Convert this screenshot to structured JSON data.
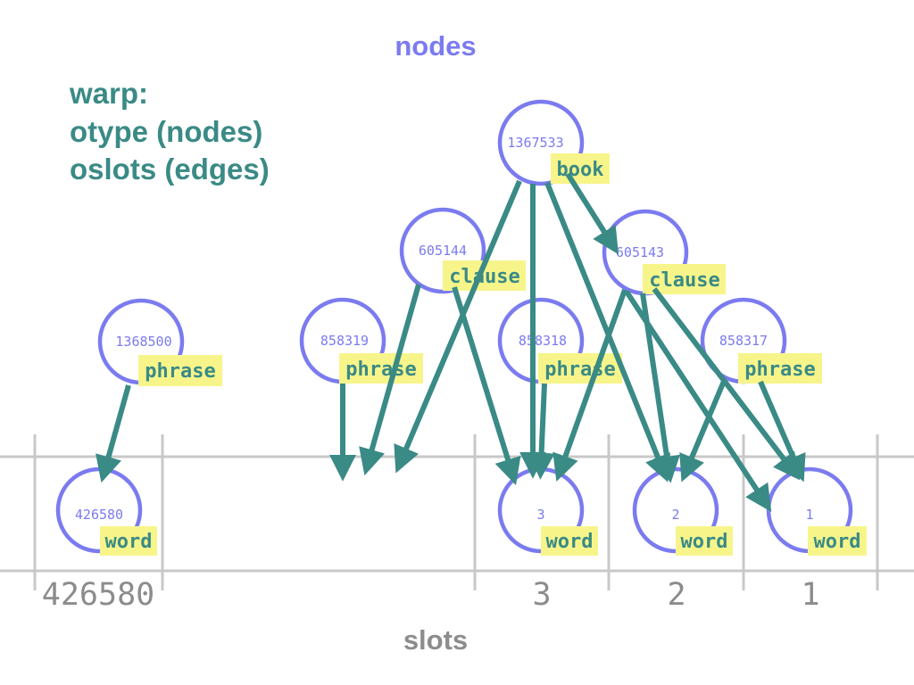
{
  "title_top": "nodes",
  "title_bottom": "slots",
  "warp_lines": [
    "warp:",
    "otype (nodes)",
    "oslots (edges)"
  ],
  "colors": {
    "node": "#7b7bf0",
    "edge": "#3a8a86",
    "type_label_bg": "#f7f58a",
    "slot_grid": "#c8c8c8",
    "slot_text": "#8c8c8c"
  },
  "nodes": [
    {
      "id": "1367533",
      "type": "book"
    },
    {
      "id": "605144",
      "type": "clause"
    },
    {
      "id": "605143",
      "type": "clause"
    },
    {
      "id": "1368500",
      "type": "phrase"
    },
    {
      "id": "858319",
      "type": "phrase"
    },
    {
      "id": "858318",
      "type": "phrase"
    },
    {
      "id": "858317",
      "type": "phrase"
    },
    {
      "id": "426580",
      "type": "word"
    },
    {
      "id": "3",
      "type": "word"
    },
    {
      "id": "2",
      "type": "word"
    },
    {
      "id": "1",
      "type": "word"
    }
  ],
  "slots": [
    "426580",
    "3",
    "2",
    "1"
  ],
  "edges": [
    {
      "from": "1367533",
      "to": "slot-gap"
    },
    {
      "from": "1367533",
      "to": "3"
    },
    {
      "from": "1367533",
      "to": "2"
    },
    {
      "from": "1367533",
      "to": "1"
    },
    {
      "from": "605144",
      "to": "slot-gap"
    },
    {
      "from": "605144",
      "to": "3"
    },
    {
      "from": "605143",
      "to": "3"
    },
    {
      "from": "605143",
      "to": "2"
    },
    {
      "from": "605143",
      "to": "1"
    },
    {
      "from": "1368500",
      "to": "426580"
    },
    {
      "from": "858319",
      "to": "slot-gap"
    },
    {
      "from": "858318",
      "to": "3"
    },
    {
      "from": "858317",
      "to": "2"
    },
    {
      "from": "858317",
      "to": "1"
    }
  ]
}
